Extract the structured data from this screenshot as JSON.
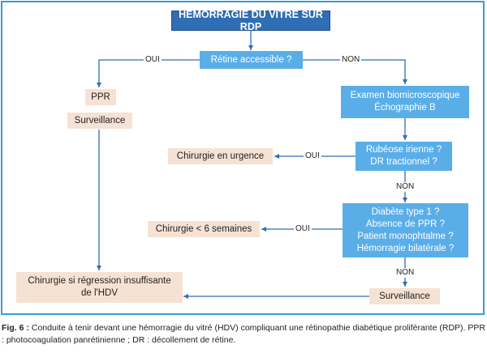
{
  "diagram": {
    "title": "HÉMORRAGIE DU VITRÉ SUR RDP",
    "q1": "Rétine accessible ?",
    "ppr": "PPR",
    "surveillance1": "Surveillance",
    "exam": [
      "Examen biomicroscopique",
      "Échographie B"
    ],
    "q2": [
      "Rubéose irienne ?",
      "DR tractionnel ?"
    ],
    "urgence": "Chirurgie en urgence",
    "q3": [
      "Diabète type 1 ?",
      "Absence de PPR ?",
      "Patient monophtalme ?",
      "Hémorragie bilatérale ?"
    ],
    "six_weeks": "Chirurgie < 6 semaines",
    "surveillance2": "Surveillance",
    "regression": [
      "Chirurgie si régression insuffisante",
      "de l'HDV"
    ],
    "labels": {
      "oui": "OUI",
      "non": "NON"
    }
  },
  "caption": {
    "fig": "Fig. 6 :",
    "text": " Conduite à tenir devant une hémorragie du vitré (HDV) compliquant une rétinopathie diabétique proliférante (RDP). PPR : photocoagulation panrétinienne ; DR : décollement de rétine."
  }
}
